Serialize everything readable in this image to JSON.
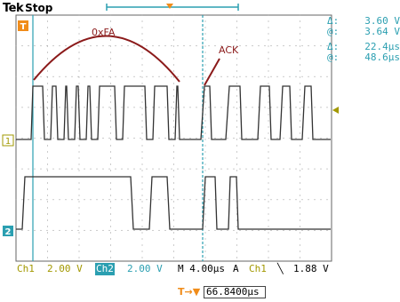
{
  "header": {
    "brand": "Tek",
    "run_state": "Stop"
  },
  "cursor_readouts": {
    "amplitude": [
      {
        "symbol": "Δ:",
        "value": "3.60 V"
      },
      {
        "symbol": "@:",
        "value": "3.64 V"
      }
    ],
    "time": [
      {
        "symbol": "Δ:",
        "value": "22.4μs"
      },
      {
        "symbol": "@:",
        "value": "48.6μs"
      }
    ]
  },
  "annotations": {
    "byte_label": "0xFA",
    "ack_label": "ACK"
  },
  "channel_markers": {
    "ch1": "1",
    "ch2": "2",
    "trigger": "T"
  },
  "status_bar": {
    "ch1_label": "Ch1",
    "ch1_scale": "2.00 V",
    "ch2_label": "Ch2",
    "ch2_scale": "2.00 V",
    "timebase": "M 4.00μs",
    "acq_mode": "A",
    "trigger_source": "Ch1",
    "trigger_slope": "╲",
    "trigger_level": "1.88 V"
  },
  "trigger_position": {
    "icon": "T",
    "value": "66.8400μs"
  },
  "colors": {
    "ch1": "#a29800",
    "ch2": "#2b9fb1",
    "cursor": "#2b9fb1",
    "annotation": "#8b1a1a",
    "trigger": "#f08c1a",
    "waveform": "#333333",
    "grid": "#555555"
  }
}
